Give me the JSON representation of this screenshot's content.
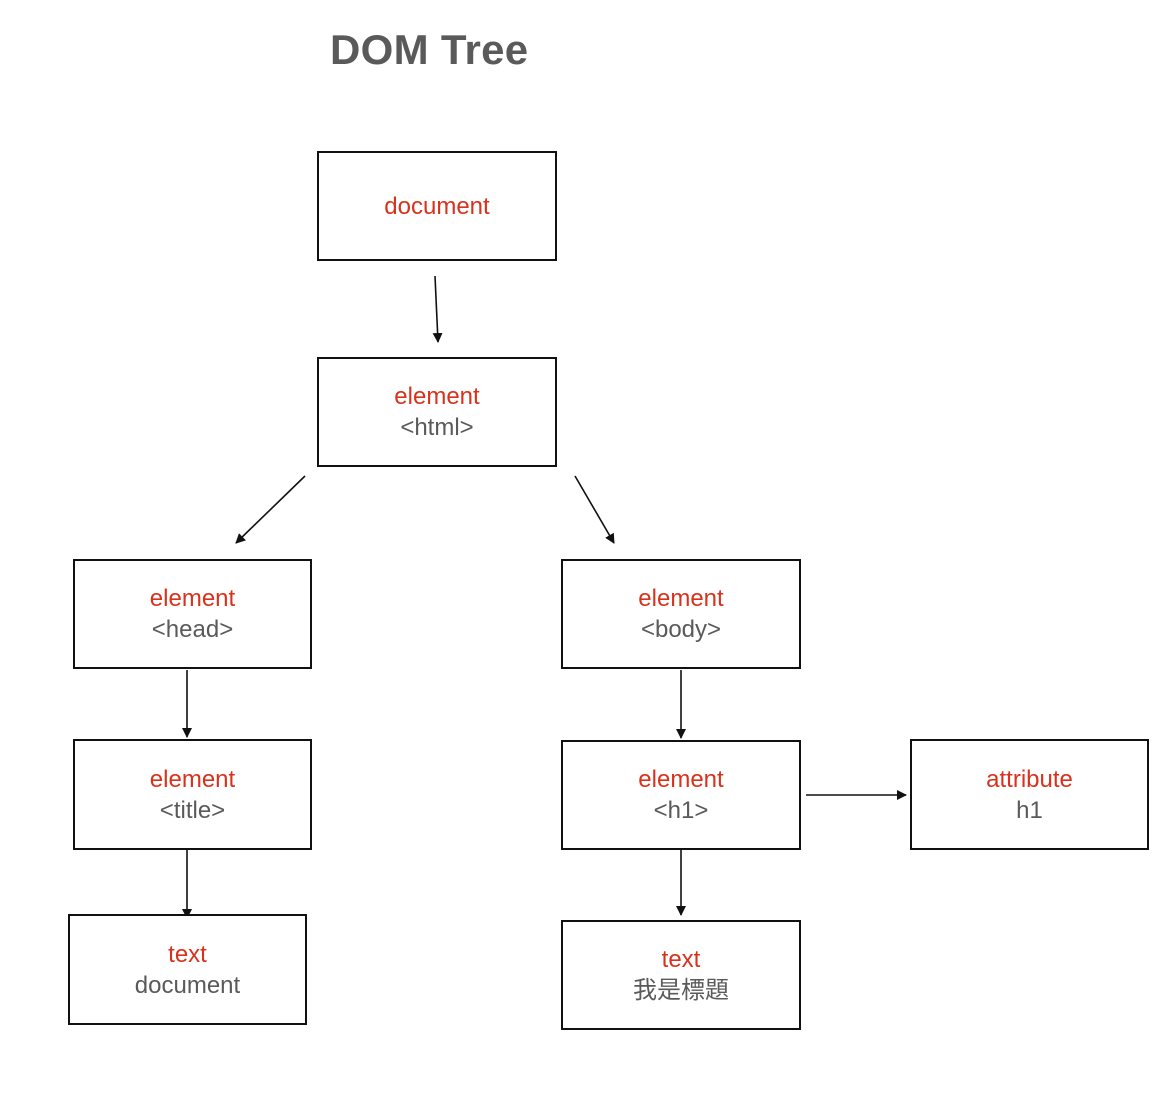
{
  "diagram": {
    "title": "DOM Tree",
    "colors": {
      "type_text": "#d9321c",
      "value_text": "#5a5a5a",
      "title_text": "#5a5a5a",
      "border": "#111111"
    },
    "nodes": {
      "document": {
        "type": "document",
        "value": ""
      },
      "html": {
        "type": "element",
        "value": "<html>"
      },
      "head": {
        "type": "element",
        "value": "<head>"
      },
      "body": {
        "type": "element",
        "value": "<body>"
      },
      "title": {
        "type": "element",
        "value": "<title>"
      },
      "h1": {
        "type": "element",
        "value": "<h1>"
      },
      "attribute": {
        "type": "attribute",
        "value": "h1"
      },
      "title_text": {
        "type": "text",
        "value": "document"
      },
      "h1_text": {
        "type": "text",
        "value": "我是標題"
      }
    },
    "edges": [
      {
        "from": "document",
        "to": "html"
      },
      {
        "from": "html",
        "to": "head"
      },
      {
        "from": "html",
        "to": "body"
      },
      {
        "from": "head",
        "to": "title"
      },
      {
        "from": "body",
        "to": "h1"
      },
      {
        "from": "title",
        "to": "title_text"
      },
      {
        "from": "h1",
        "to": "h1_text"
      },
      {
        "from": "h1",
        "to": "attribute"
      }
    ]
  }
}
